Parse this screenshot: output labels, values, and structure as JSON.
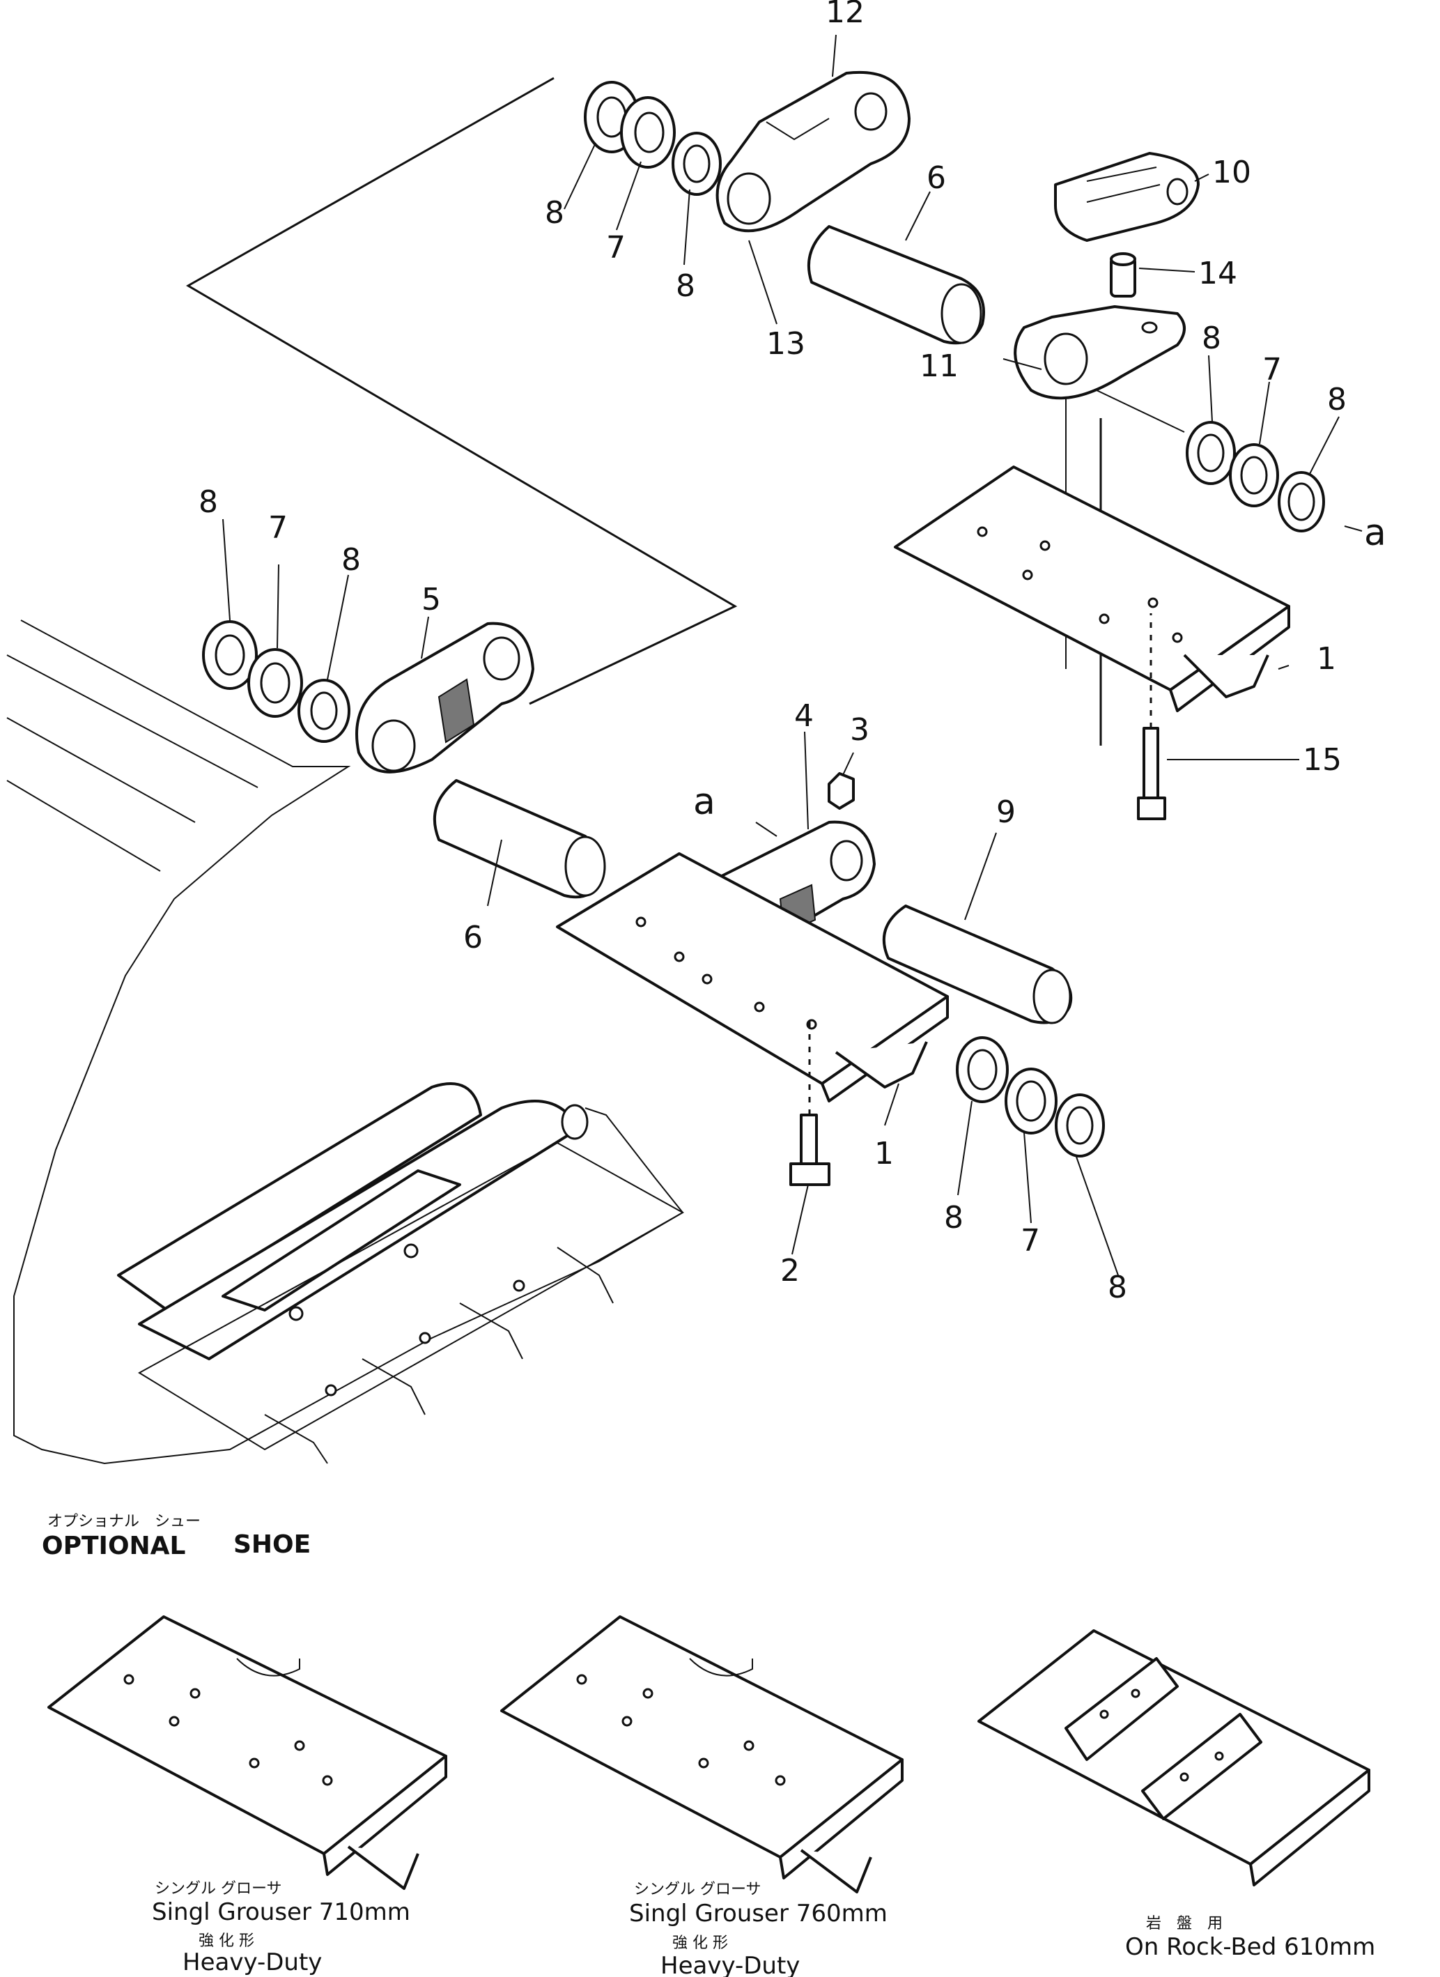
{
  "callouts": {
    "c12": "12",
    "c10": "10",
    "c14": "14",
    "c13": "13",
    "c11": "11",
    "c6a": "6",
    "c6b": "6",
    "c8a": "8",
    "c8b": "8",
    "c8c": "8",
    "c8d": "8",
    "c8e": "8",
    "c8f": "8",
    "c8g": "8",
    "c8h": "8",
    "c7a": "7",
    "c7b": "7",
    "c7c": "7",
    "c7d": "7",
    "c5": "5",
    "c4": "4",
    "c3": "3",
    "c9": "9",
    "c1a": "1",
    "c1b": "1",
    "c15": "15",
    "c2": "2",
    "a_top": "a",
    "a_mid": "a"
  },
  "optional_shoe": {
    "jp": "オプショナル　シュー",
    "title_left": "OPTIONAL",
    "title_right": "SHOE"
  },
  "shoes": [
    {
      "jp": "シングル グローサ",
      "label": "Singl Grouser 710mm",
      "jp2": "強 化 形",
      "sub": "Heavy-Duty"
    },
    {
      "jp": "シングル グローサ",
      "label": "Singl Grouser 760mm",
      "jp2": "強 化 形",
      "sub": "Heavy-Duty"
    },
    {
      "jp": "岩　盤　用",
      "label": "On Rock-Bed 610mm"
    }
  ]
}
